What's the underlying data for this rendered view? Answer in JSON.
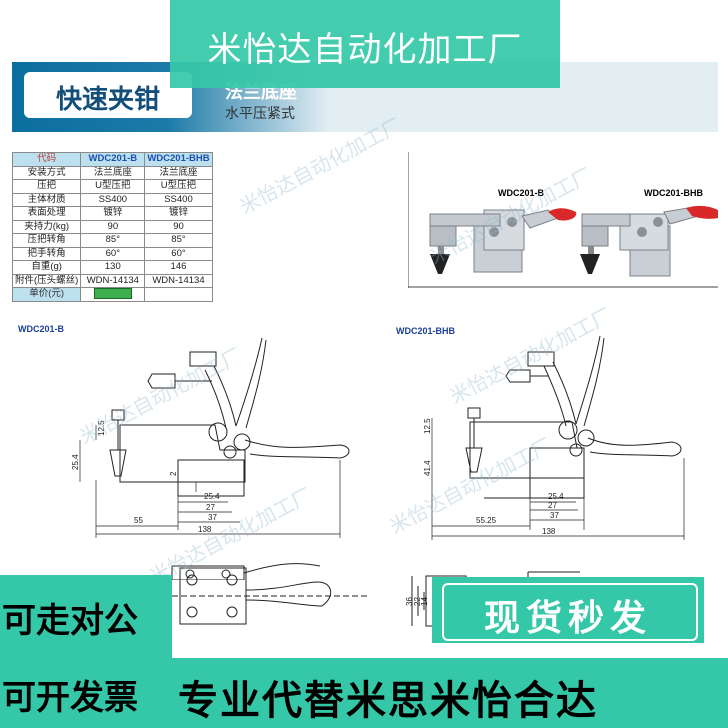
{
  "top_banner": {
    "text": "米怡达自动化加工厂"
  },
  "header": {
    "badge": "快速夹钳",
    "subtitle_main": "法兰底座",
    "subtitle_sub": "水平压紧式"
  },
  "spec_table": {
    "columns": [
      "代码",
      "WDC201-B",
      "WDC201-BHB"
    ],
    "rows": [
      [
        "安装方式",
        "法兰底座",
        "法兰底座"
      ],
      [
        "压把",
        "U型压把",
        "U型压把"
      ],
      [
        "主体材质",
        "SS400",
        "SS400"
      ],
      [
        "表面处理",
        "镀锌",
        "镀锌"
      ],
      [
        "夹持力(kg)",
        "90",
        "90"
      ],
      [
        "压把转角",
        "85°",
        "85°"
      ],
      [
        "把手转角",
        "60°",
        "60°"
      ],
      [
        "自重(g)",
        "130",
        "146"
      ],
      [
        "附件(压头螺丝)",
        "WDN-14134",
        "WDN-14134"
      ]
    ],
    "price_label": "单价(元)"
  },
  "photo": {
    "label_left": "WDC201-B",
    "label_right": "WDC201-BHB"
  },
  "drawing_left": {
    "label": "WDC201-B",
    "dims": {
      "d1": "12.5",
      "d2": "25.4",
      "d3": "2",
      "d4": "25.4",
      "d5": "27",
      "d6": "37",
      "d7": "55",
      "d8": "138"
    }
  },
  "drawing_right": {
    "label": "WDC201-BHB",
    "dims": {
      "d1": "12.5",
      "d2": "41.4",
      "d3": "25.4",
      "d4": "27",
      "d5": "37",
      "d6": "55.25",
      "d7": "138",
      "d8": "36",
      "d9": "22",
      "d10": "14"
    }
  },
  "watermark": "米怡达自动化加工厂",
  "ads": {
    "right_box": "现货秒发",
    "left_line1": "可走对公",
    "left_line2": "可开发票",
    "bottom": "专业代替米思米怡合达"
  },
  "colors": {
    "accent": "#35c8a8",
    "header_blue": "#0b6fa0",
    "table_header": "#bde0ef",
    "handle_red": "#d8282a"
  }
}
